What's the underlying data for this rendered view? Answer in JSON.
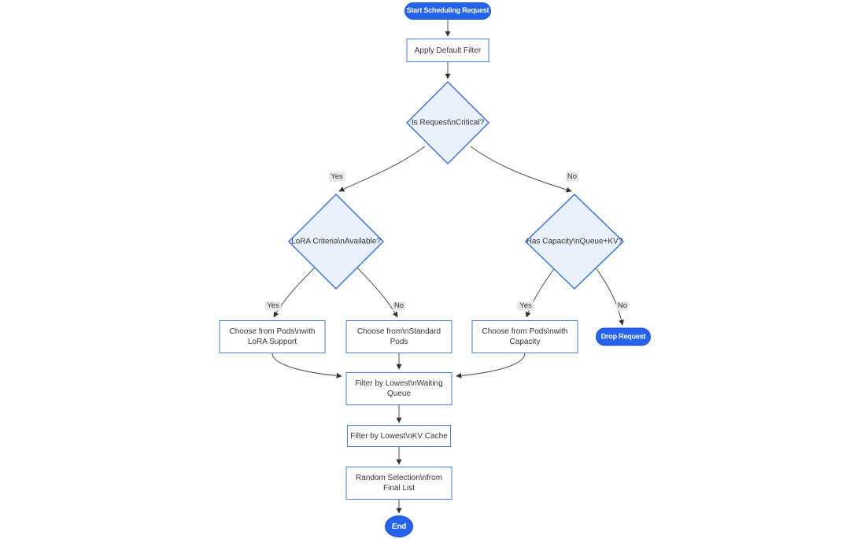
{
  "diagram": {
    "type": "flowchart",
    "direction": "top-down",
    "nodes": {
      "start": {
        "label": "Start Scheduling Request",
        "shape": "stadium"
      },
      "apply_default_filter": {
        "label": "Apply Default Filter",
        "shape": "rect"
      },
      "is_critical": {
        "label": "Is Request\\nCritical?",
        "shape": "decision"
      },
      "lora_criteria": {
        "label": "LoRA Criteria\\nAvailable?",
        "shape": "decision"
      },
      "has_capacity": {
        "label": "Has Capacity\\nQueue+KV?",
        "shape": "decision"
      },
      "choose_lora_pods": {
        "label": "Choose from Pods\\nwith LoRA Support",
        "shape": "rect"
      },
      "choose_standard_pods": {
        "label": "Choose from\\nStandard Pods",
        "shape": "rect"
      },
      "choose_capacity_pods": {
        "label": "Choose from Pods\\nwith Capacity",
        "shape": "rect"
      },
      "drop_request": {
        "label": "Drop Request",
        "shape": "stadium"
      },
      "filter_waiting_queue": {
        "label": "Filter by Lowest\\nWaiting Queue",
        "shape": "rect"
      },
      "filter_kv_cache": {
        "label": "Filter by Lowest\\nKV Cache",
        "shape": "rect"
      },
      "random_selection": {
        "label": "Random Selection\\nfrom Final List",
        "shape": "rect"
      },
      "end": {
        "label": "End",
        "shape": "stadium"
      }
    },
    "edges": [
      {
        "from": "start",
        "to": "apply_default_filter",
        "label": ""
      },
      {
        "from": "apply_default_filter",
        "to": "is_critical",
        "label": ""
      },
      {
        "from": "is_critical",
        "to": "lora_criteria",
        "label": "Yes"
      },
      {
        "from": "is_critical",
        "to": "has_capacity",
        "label": "No"
      },
      {
        "from": "lora_criteria",
        "to": "choose_lora_pods",
        "label": "Yes"
      },
      {
        "from": "lora_criteria",
        "to": "choose_standard_pods",
        "label": "No"
      },
      {
        "from": "has_capacity",
        "to": "choose_capacity_pods",
        "label": "Yes"
      },
      {
        "from": "has_capacity",
        "to": "drop_request",
        "label": "No"
      },
      {
        "from": "choose_lora_pods",
        "to": "filter_waiting_queue",
        "label": ""
      },
      {
        "from": "choose_standard_pods",
        "to": "filter_waiting_queue",
        "label": ""
      },
      {
        "from": "choose_capacity_pods",
        "to": "filter_waiting_queue",
        "label": ""
      },
      {
        "from": "filter_waiting_queue",
        "to": "filter_kv_cache",
        "label": ""
      },
      {
        "from": "filter_kv_cache",
        "to": "random_selection",
        "label": ""
      },
      {
        "from": "random_selection",
        "to": "end",
        "label": ""
      }
    ],
    "colors": {
      "pill_fill": "#2563eb",
      "pill_text": "#ffffff",
      "rect_fill": "#ffffff",
      "rect_border": "#4a7ce2",
      "decision_fill": "#e9f2fc",
      "decision_border": "#3f74e0",
      "edge_line": "#4d4d4d",
      "edge_label_bg": "#e8e8e8",
      "text": "#333333"
    }
  }
}
